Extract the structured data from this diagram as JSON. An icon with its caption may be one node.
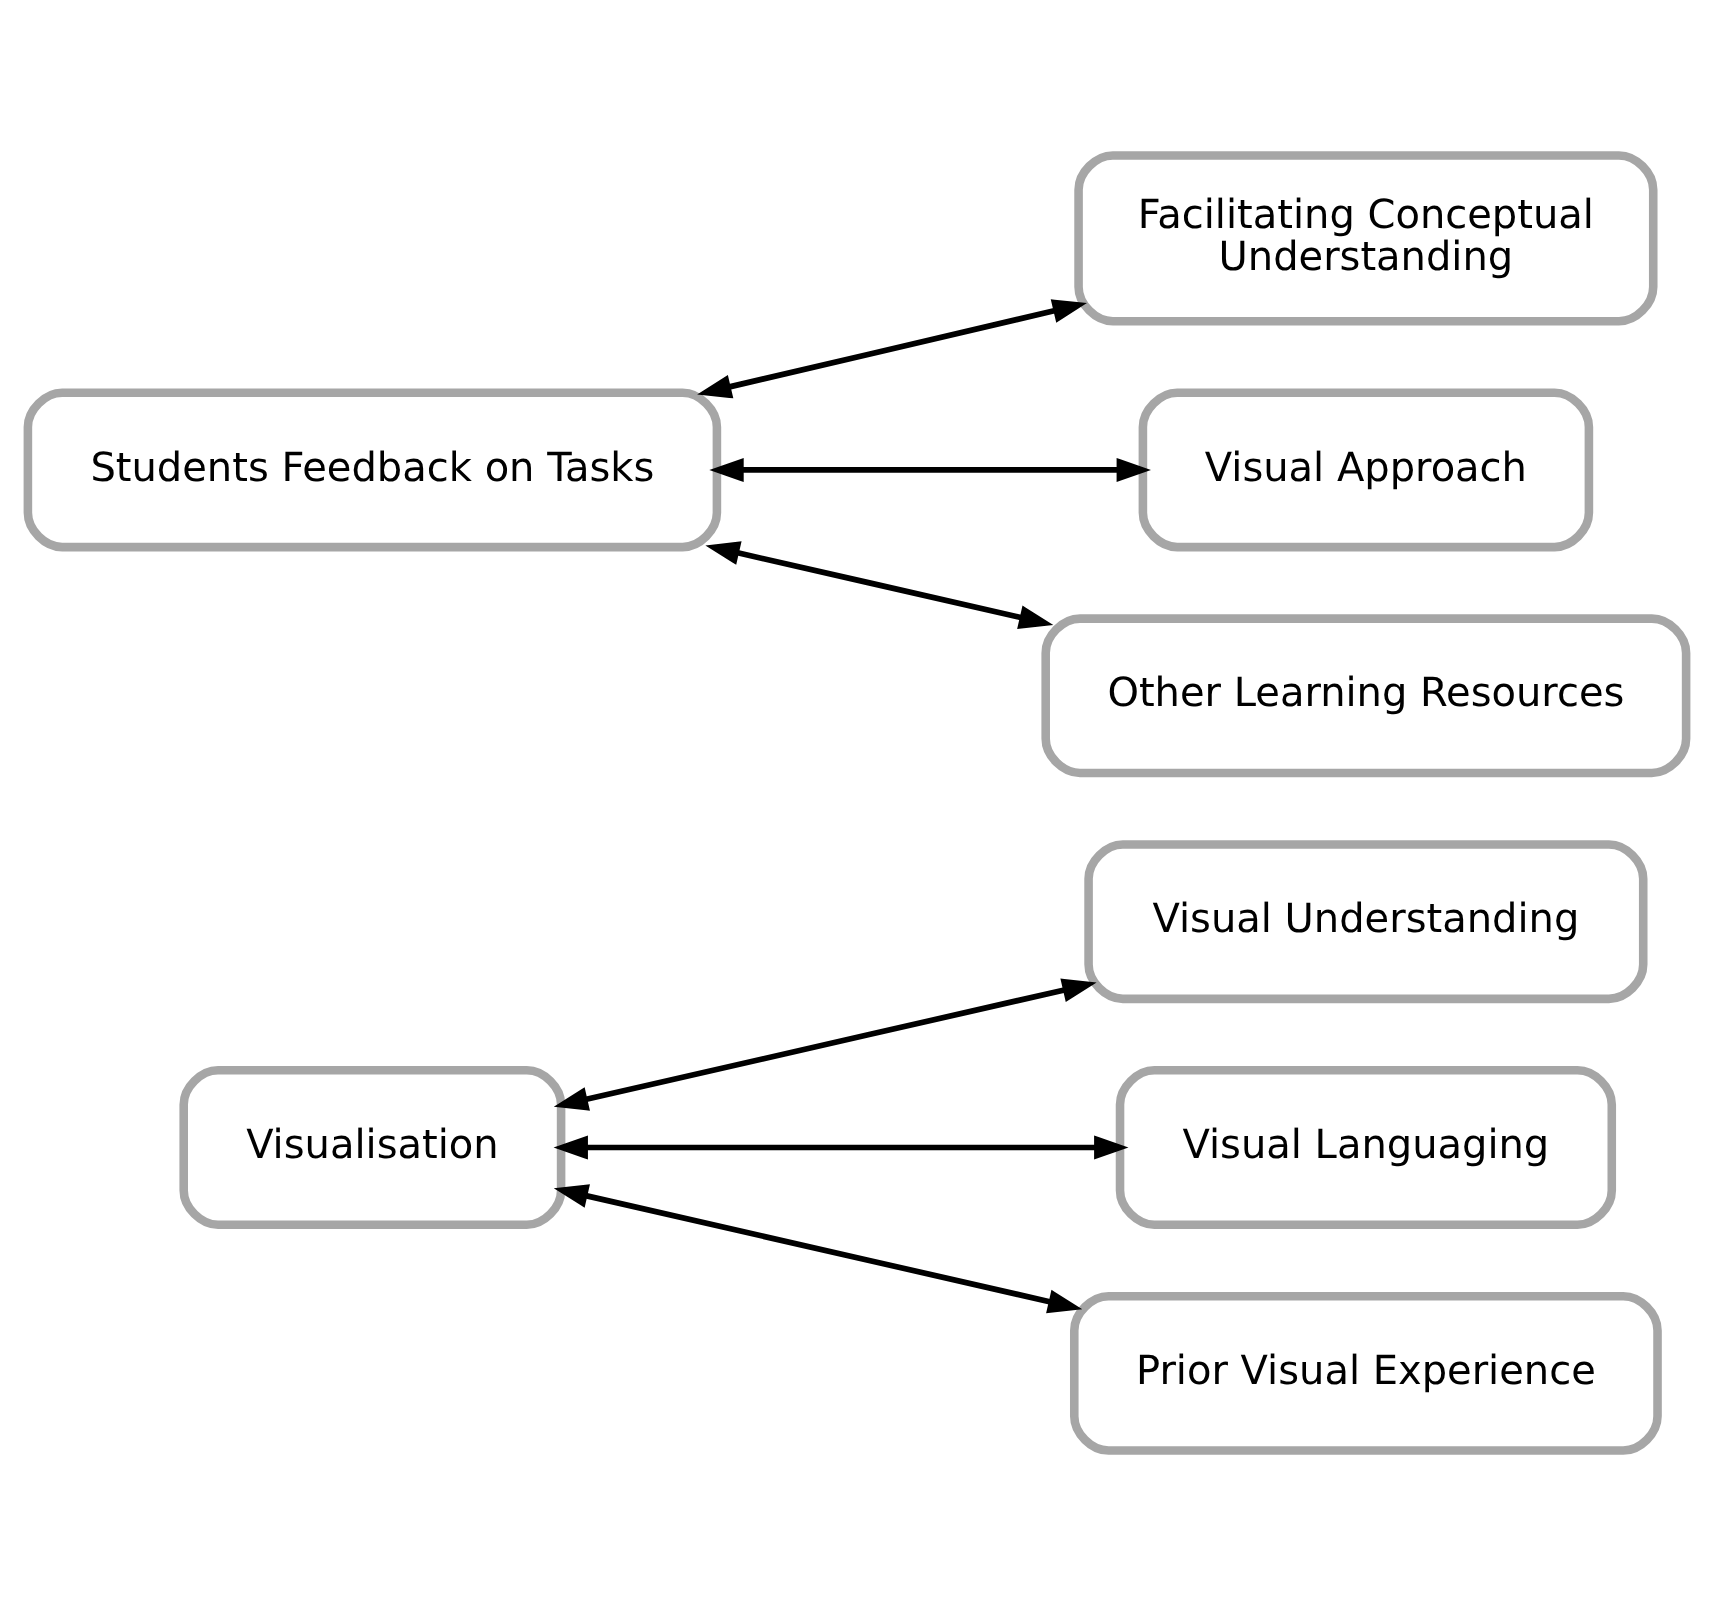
{
  "diagram": {
    "nodes": [
      {
        "text": [
          "Visualisation"
        ]
      },
      {
        "text": [
          "Visual Understanding"
        ]
      },
      {
        "text": [
          "Visual Languaging"
        ]
      },
      {
        "text": [
          "Prior Visual Experience"
        ]
      },
      {
        "text": [
          "Students Feedback on Tasks"
        ]
      },
      {
        "text": [
          "Facilitating Conceptual Understanding"
        ]
      },
      {
        "text": [
          "Visual Approach"
        ]
      },
      {
        "text": [
          "Other Learning Resources"
        ]
      }
    ],
    "edges": [
      {
        "from": 0,
        "to": 1,
        "arrow": "both"
      },
      {
        "from": 0,
        "to": 2,
        "arrow": "both"
      },
      {
        "from": 0,
        "to": 3,
        "arrow": "both"
      },
      {
        "from": 4,
        "to": 5,
        "arrow": "both"
      },
      {
        "from": 4,
        "to": 6,
        "arrow": "both"
      },
      {
        "from": 4,
        "to": 7,
        "arrow": "both"
      }
    ]
  }
}
